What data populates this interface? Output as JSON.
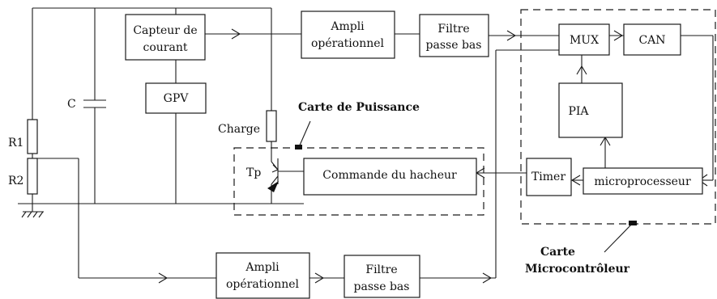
{
  "blocks": {
    "capteur": [
      "Capteur de",
      "courant"
    ],
    "gpv": "GPV",
    "ampli_top": [
      "Ampli",
      "opérationnel"
    ],
    "filtre_top": [
      "Filtre",
      "passe bas"
    ],
    "mux": "MUX",
    "can": "CAN",
    "pia": "PIA",
    "timer": "Timer",
    "microprocesseur": "microprocesseur",
    "commande": "Commande du hacheur",
    "ampli_bottom": [
      "Ampli",
      "opérationnel"
    ],
    "filtre_bottom": [
      "Filtre",
      "passe bas"
    ]
  },
  "components": {
    "capacitor": "C",
    "r1": "R1",
    "r2": "R2",
    "charge": "Charge",
    "transistor": "Tp"
  },
  "cards": {
    "puissance": "Carte de Puissance",
    "microcontroleur": [
      "Carte",
      "Microcontrôleur"
    ]
  }
}
